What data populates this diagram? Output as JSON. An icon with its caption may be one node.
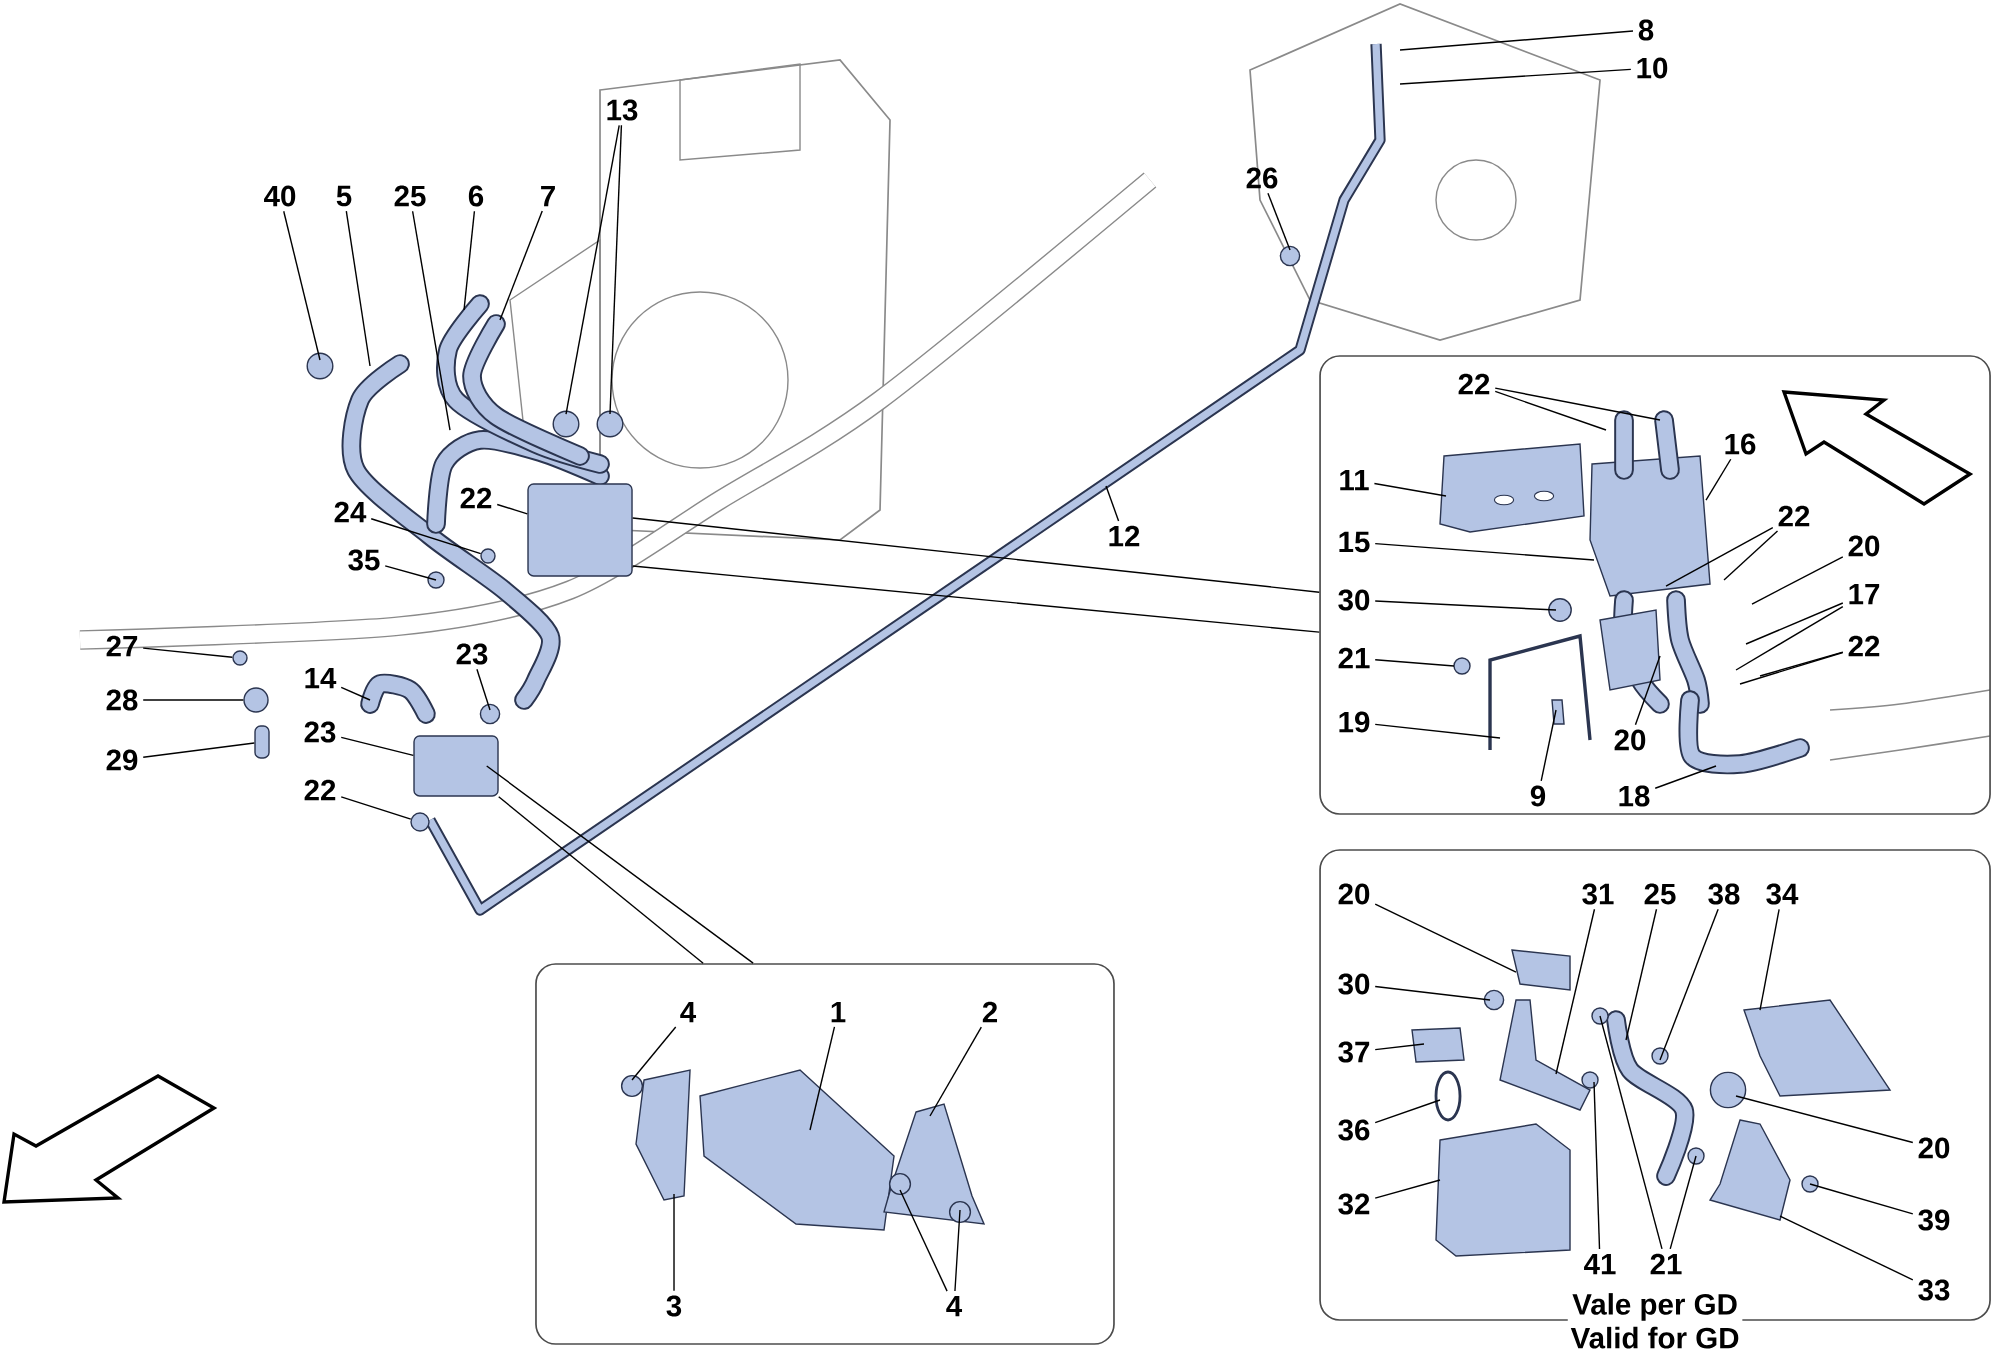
{
  "diagram": {
    "nodes": [
      {
        "text": [
          "40"
        ]
      },
      {
        "text": [
          "5"
        ]
      },
      {
        "text": [
          "25"
        ]
      },
      {
        "text": [
          "6"
        ]
      },
      {
        "text": [
          "7"
        ]
      },
      {
        "text": [
          "13"
        ]
      },
      {
        "text": [
          "8"
        ]
      },
      {
        "text": [
          "10"
        ]
      },
      {
        "text": [
          "26"
        ]
      },
      {
        "text": [
          "12"
        ]
      },
      {
        "text": [
          "22"
        ]
      },
      {
        "text": [
          "24"
        ]
      },
      {
        "text": [
          "35"
        ]
      },
      {
        "text": [
          "27"
        ]
      },
      {
        "text": [
          "28"
        ]
      },
      {
        "text": [
          "29"
        ]
      },
      {
        "text": [
          "23"
        ]
      },
      {
        "text": [
          "14"
        ]
      },
      {
        "text": [
          "23"
        ]
      },
      {
        "text": [
          "22"
        ]
      },
      {
        "text": [],
        "shape": "box"
      },
      {
        "text": [
          "22"
        ],
        "in": 20
      },
      {
        "text": [
          "16"
        ],
        "in": 20
      },
      {
        "text": [
          "11"
        ],
        "in": 20
      },
      {
        "text": [
          "15"
        ],
        "in": 20
      },
      {
        "text": [
          "22"
        ],
        "in": 20
      },
      {
        "text": [
          "20"
        ],
        "in": 20
      },
      {
        "text": [
          "30"
        ],
        "in": 20
      },
      {
        "text": [
          "17"
        ],
        "in": 20
      },
      {
        "text": [
          "22"
        ],
        "in": 20
      },
      {
        "text": [
          "21"
        ],
        "in": 20
      },
      {
        "text": [
          "19"
        ],
        "in": 20
      },
      {
        "text": [
          "20"
        ],
        "in": 20
      },
      {
        "text": [
          "9"
        ],
        "in": 20
      },
      {
        "text": [
          "18"
        ],
        "in": 20
      },
      {
        "text": [],
        "shape": "box"
      },
      {
        "text": [
          "4"
        ],
        "in": 35
      },
      {
        "text": [
          "1"
        ],
        "in": 35
      },
      {
        "text": [
          "2"
        ],
        "in": 35
      },
      {
        "text": [
          "3"
        ],
        "in": 35
      },
      {
        "text": [
          "4"
        ],
        "in": 35
      },
      {
        "text": [
          "Vale per GD",
          "Valid for GD"
        ]
      },
      {
        "text": [
          "20"
        ],
        "in": 41
      },
      {
        "text": [
          "31"
        ],
        "in": 41
      },
      {
        "text": [
          "25"
        ],
        "in": 41
      },
      {
        "text": [
          "38"
        ],
        "in": 41
      },
      {
        "text": [
          "34"
        ],
        "in": 41
      },
      {
        "text": [
          "30"
        ],
        "in": 41
      },
      {
        "text": [
          "37"
        ],
        "in": 41
      },
      {
        "text": [
          "36"
        ],
        "in": 41
      },
      {
        "text": [
          "20"
        ],
        "in": 41
      },
      {
        "text": [
          "32"
        ],
        "in": 41
      },
      {
        "text": [
          "41"
        ],
        "in": 41
      },
      {
        "text": [
          "21"
        ],
        "in": 41
      },
      {
        "text": [
          "39"
        ],
        "in": 41
      },
      {
        "text": [
          "33"
        ],
        "in": 41
      },
      {
        "text": [],
        "shape": "box"
      },
      {
        "text": [],
        "shape": "box"
      },
      {
        "text": [],
        "shape": "circle"
      },
      {
        "text": [],
        "shape": "box"
      },
      {
        "text": [],
        "shape": "circle"
      },
      {
        "text": [],
        "shape": "circle"
      },
      {
        "text": [],
        "shape": "circle"
      }
    ],
    "edges": [
      {
        "from": 0,
        "to": null,
        "arrow": "none"
      },
      {
        "from": 1,
        "to": null,
        "arrow": "none"
      },
      {
        "from": 2,
        "to": null,
        "arrow": "none"
      },
      {
        "from": 3,
        "to": null,
        "arrow": "none"
      },
      {
        "from": 4,
        "to": null,
        "arrow": "none"
      },
      {
        "from": 5,
        "to": null,
        "arrow": "none"
      },
      {
        "from": 5,
        "to": null,
        "arrow": "none"
      },
      {
        "from": 6,
        "to": null,
        "arrow": "none"
      },
      {
        "from": 7,
        "to": null,
        "arrow": "none"
      },
      {
        "from": 8,
        "to": null,
        "arrow": "none"
      },
      {
        "from": 9,
        "to": null,
        "arrow": "none"
      },
      {
        "from": 10,
        "to": 56,
        "arrow": "none"
      },
      {
        "from": 11,
        "to": 60,
        "arrow": "none"
      },
      {
        "from": 12,
        "to": null,
        "arrow": "none"
      },
      {
        "from": 13,
        "to": 61,
        "arrow": "none"
      },
      {
        "from": 14,
        "to": 58,
        "arrow": "none"
      },
      {
        "from": 15,
        "to": 59,
        "arrow": "none"
      },
      {
        "from": 16,
        "to": null,
        "arrow": "none"
      },
      {
        "from": 17,
        "to": null,
        "arrow": "none"
      },
      {
        "from": 18,
        "to": 57,
        "arrow": "none"
      },
      {
        "from": 19,
        "to": 62,
        "arrow": "none"
      },
      {
        "from": 21,
        "to": null,
        "arrow": "none"
      },
      {
        "from": 21,
        "to": null,
        "arrow": "none"
      },
      {
        "from": 22,
        "to": null,
        "arrow": "none"
      },
      {
        "from": 23,
        "to": null,
        "arrow": "none"
      },
      {
        "from": 24,
        "to": null,
        "arrow": "none"
      },
      {
        "from": 25,
        "to": null,
        "arrow": "none"
      },
      {
        "from": 25,
        "to": null,
        "arrow": "none"
      },
      {
        "from": 26,
        "to": null,
        "arrow": "none"
      },
      {
        "from": 27,
        "to": null,
        "arrow": "none"
      },
      {
        "from": 28,
        "to": null,
        "arrow": "none"
      },
      {
        "from": 28,
        "to": null,
        "arrow": "none"
      },
      {
        "from": 29,
        "to": null,
        "arrow": "none"
      },
      {
        "from": 29,
        "to": null,
        "arrow": "none"
      },
      {
        "from": 30,
        "to": null,
        "arrow": "none"
      },
      {
        "from": 31,
        "to": null,
        "arrow": "none"
      },
      {
        "from": 32,
        "to": null,
        "arrow": "none"
      },
      {
        "from": 33,
        "to": null,
        "arrow": "none"
      },
      {
        "from": 34,
        "to": null,
        "arrow": "none"
      },
      {
        "from": 36,
        "to": null,
        "arrow": "none"
      },
      {
        "from": 37,
        "to": null,
        "arrow": "none"
      },
      {
        "from": 38,
        "to": null,
        "arrow": "none"
      },
      {
        "from": 39,
        "to": null,
        "arrow": "none"
      },
      {
        "from": 40,
        "to": null,
        "arrow": "none"
      },
      {
        "from": 40,
        "to": null,
        "arrow": "none"
      },
      {
        "from": 42,
        "to": null,
        "arrow": "none"
      },
      {
        "from": 43,
        "to": null,
        "arrow": "none"
      },
      {
        "from": 44,
        "to": null,
        "arrow": "none"
      },
      {
        "from": 45,
        "to": null,
        "arrow": "none"
      },
      {
        "from": 46,
        "to": null,
        "arrow": "none"
      },
      {
        "from": 47,
        "to": null,
        "arrow": "none"
      },
      {
        "from": 48,
        "to": null,
        "arrow": "none"
      },
      {
        "from": 49,
        "to": null,
        "arrow": "none"
      },
      {
        "from": 50,
        "to": null,
        "arrow": "none"
      },
      {
        "from": 51,
        "to": null,
        "arrow": "none"
      },
      {
        "from": 52,
        "to": null,
        "arrow": "none"
      },
      {
        "from": 53,
        "to": null,
        "arrow": "none"
      },
      {
        "from": 53,
        "to": null,
        "arrow": "none"
      },
      {
        "from": 54,
        "to": null,
        "arrow": "none"
      },
      {
        "from": 55,
        "to": null,
        "arrow": "none"
      },
      {
        "from": 56,
        "to": 20,
        "arrow": "none"
      },
      {
        "from": 56,
        "to": 20,
        "arrow": "none"
      },
      {
        "from": 57,
        "to": 35,
        "arrow": "none"
      },
      {
        "from": 57,
        "to": 35,
        "arrow": "none"
      }
    ]
  }
}
